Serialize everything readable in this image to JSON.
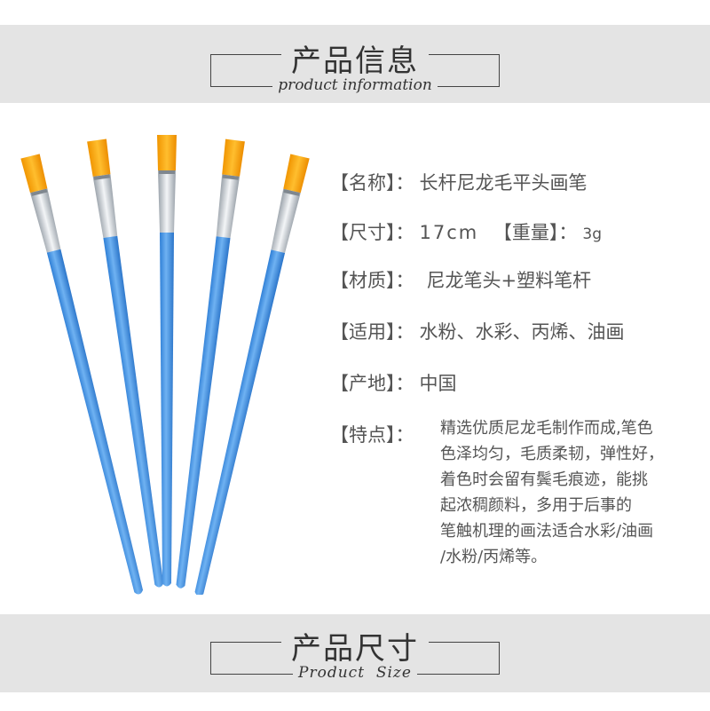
{
  "header_top": {
    "title_cn": "产品信息",
    "title_en": "product information"
  },
  "header_bottom": {
    "title_cn": "产品尺寸",
    "title_en": "Product  Size"
  },
  "info": {
    "name_key": "【名称】：",
    "name_val": "长杆尼龙毛平头画笔",
    "size_key": "【尺寸】：",
    "size_val": "17cm",
    "weight_key": "【重量】：",
    "weight_val": "3g",
    "material_key": "【材质】：",
    "material_val": "尼龙笔头+塑料笔杆",
    "usage_key": "【适用】：",
    "usage_val": "水粉、水彩、丙烯、油画",
    "origin_key": "【产地】：",
    "origin_val": "中国",
    "feature_key": "【特点】：",
    "feature_lines": [
      "精选优质尼龙毛制作而成,笔色",
      "色泽均匀，毛质柔韧，弹性好，",
      "着色时会留有鬓毛痕迹，能挑",
      "起浓稠颜料，多用于后事的",
      "笔触机理的画法适合水彩/油画",
      "/水粉/丙烯等。"
    ]
  },
  "colors": {
    "band": "#e4e4e4",
    "handle": "#3d8fe0",
    "bristle": "#f5a000",
    "ferrule": "#c9ced4"
  }
}
